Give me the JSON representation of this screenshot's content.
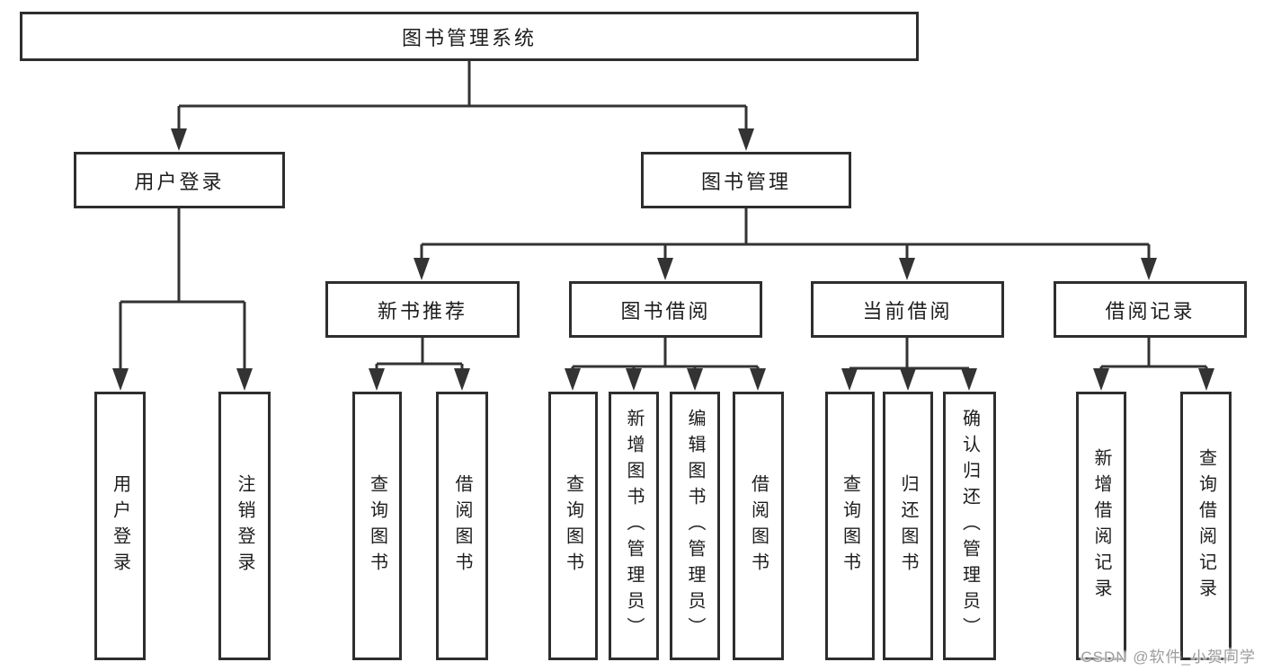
{
  "nodes": {
    "root": {
      "label": "图书管理系统"
    },
    "user_login": {
      "label": "用户登录"
    },
    "book_mgmt": {
      "label": "图书管理"
    },
    "new_book_rec": {
      "label": "新书推荐"
    },
    "book_borrow": {
      "label": "图书借阅"
    },
    "current_borrow": {
      "label": "当前借阅"
    },
    "borrow_record": {
      "label": "借阅记录"
    },
    "leaf_user_login": {
      "label": "用户登录"
    },
    "leaf_logout": {
      "label": "注销登录"
    },
    "leaf_rec_query_book": {
      "label": "查询图书"
    },
    "leaf_rec_borrow_book": {
      "label": "借阅图书"
    },
    "leaf_bb_query_book": {
      "label": "查询图书"
    },
    "leaf_bb_add_book": {
      "label": "新增图书（管理员）"
    },
    "leaf_bb_edit_book": {
      "label": "编辑图书（管理员）"
    },
    "leaf_bb_borrow_book": {
      "label": "借阅图书"
    },
    "leaf_cb_query_book": {
      "label": "查询图书"
    },
    "leaf_cb_return_book": {
      "label": "归还图书"
    },
    "leaf_cb_confirm_return": {
      "label": "确认归还（管理员）"
    },
    "leaf_br_add_record": {
      "label": "新增借阅记录"
    },
    "leaf_br_query_record": {
      "label": "查询借阅记录"
    }
  },
  "watermark": {
    "text": "CSDN @软件_小贺同学"
  },
  "colors": {
    "line": "#333333",
    "border": "#2e2e2e",
    "text": "#1d1d1d",
    "watermark": "#9c9c9c",
    "background": "#ffffff"
  }
}
